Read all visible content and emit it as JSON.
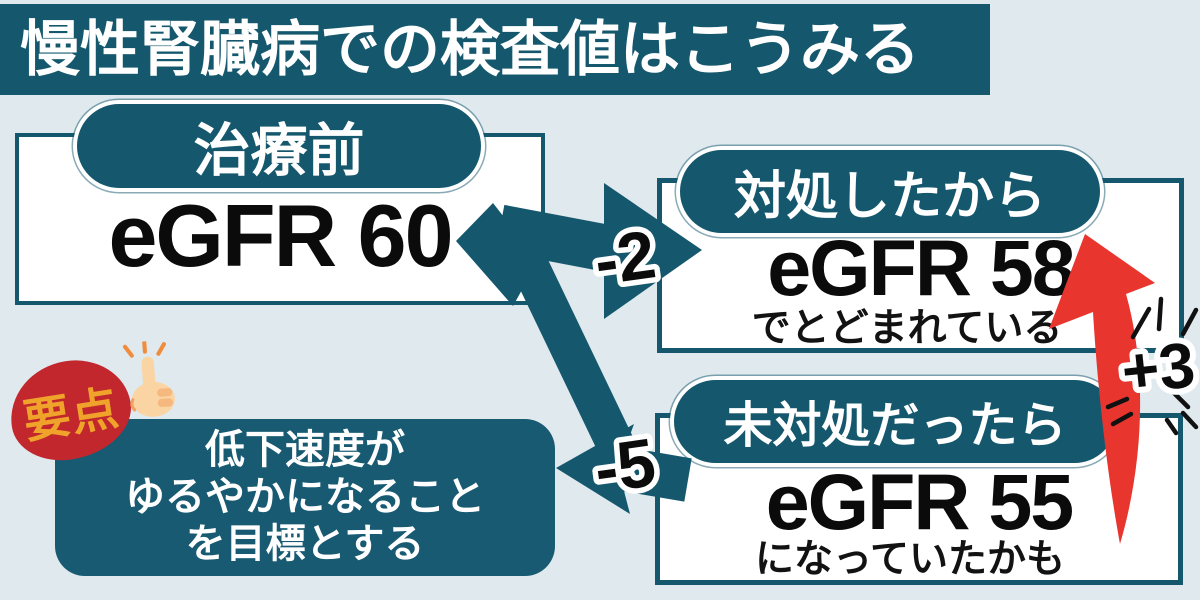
{
  "colors": {
    "teal": "#15586E",
    "background": "#DFE9EE",
    "improvement_red": "#E8352E",
    "badge_red": "#C1272D",
    "badge_text_orange": "#F0A32B",
    "value_black": "#0B0B0B",
    "white": "#FFFFFF"
  },
  "banner": {
    "title": "慢性腎臓病での検査値はこうみる"
  },
  "boxes": {
    "before": {
      "tag": "治療前",
      "value": "eGFR 60"
    },
    "treated": {
      "tag": "対処したから",
      "value": "eGFR 58",
      "note": "でとどまれている"
    },
    "untreated": {
      "tag": "未対処だったら",
      "value": "eGFR 55",
      "note": "になっていたかも"
    }
  },
  "arrows": {
    "treated_delta": "-2",
    "untreated_delta": "-5",
    "difference_delta": "+3"
  },
  "keypoint": {
    "badge_label": "要点",
    "finger_icon": "pointing-up-finger-icon",
    "lines": [
      "低下速度が",
      "ゆるやかになること",
      "を目標とする"
    ]
  }
}
